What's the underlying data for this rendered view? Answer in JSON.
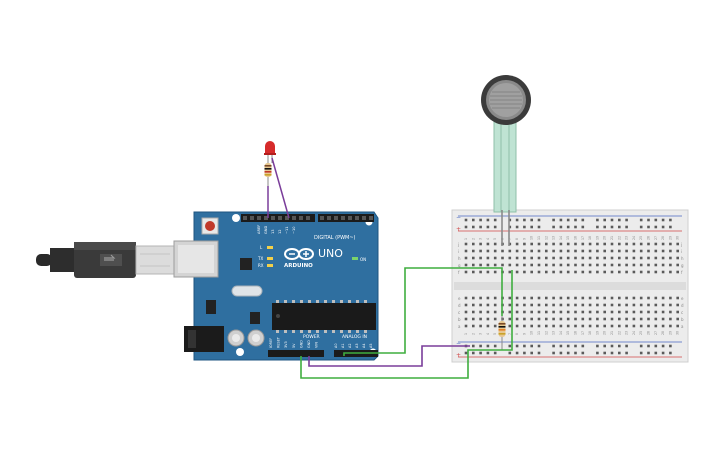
{
  "board": {
    "brand": "ARDUINO",
    "model": "UNO",
    "digital_header": "DIGITAL (PWM~)",
    "analog_header": "ANALOG IN",
    "power_header": "POWER",
    "on_label": "ON",
    "tx_label": "TX",
    "rx_label": "RX",
    "l_label": "L",
    "aref_label": "AREF",
    "gnd_label": "GND",
    "pin_13": "13",
    "pin_12": "12",
    "pin_11": "~11",
    "pin_10": "~10",
    "power_pins": [
      "IOREF",
      "RESET",
      "3V3",
      "5V",
      "GND",
      "GND",
      "VIN"
    ],
    "analog_pins": [
      "A0",
      "A1",
      "A2",
      "A3",
      "A4",
      "A5"
    ]
  },
  "breadboard": {
    "columns": [
      "1",
      "2",
      "3",
      "4",
      "5",
      "6",
      "7",
      "8",
      "9",
      "10",
      "11",
      "12",
      "13",
      "14",
      "15",
      "16",
      "17",
      "18",
      "19",
      "20",
      "21",
      "22",
      "23",
      "24",
      "25",
      "26",
      "27",
      "28",
      "29",
      "30"
    ],
    "rows_top": [
      "j",
      "i",
      "h",
      "g",
      "f"
    ],
    "rows_bottom": [
      "e",
      "d",
      "c",
      "b",
      "a"
    ],
    "rail_plus": "+",
    "rail_minus": "−"
  },
  "colors": {
    "board": "#2f6fa0",
    "wire_green": "#3fae3f",
    "wire_purple": "#7a3d9a",
    "rail_red": "#d04848",
    "rail_blue": "#4a68c0"
  }
}
